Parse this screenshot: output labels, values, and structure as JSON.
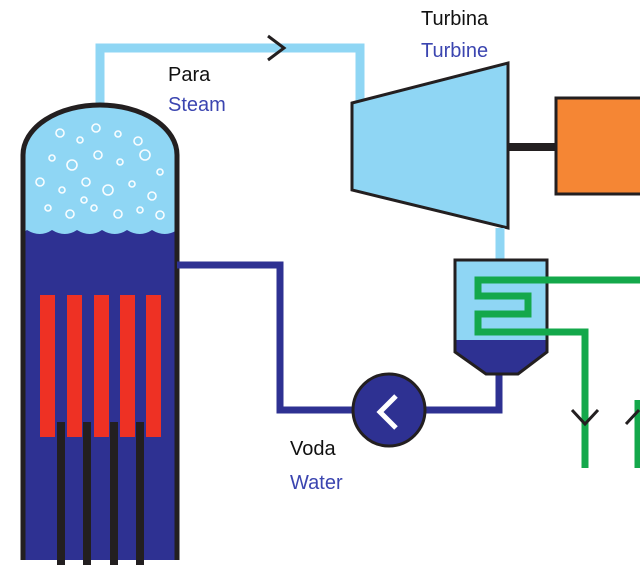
{
  "labels": {
    "steam": {
      "primary": "Para",
      "secondary": "Steam"
    },
    "turbine": {
      "primary": "Turbina",
      "secondary": "Turbine"
    },
    "water": {
      "primary": "Voda",
      "secondary": "Water"
    }
  },
  "colors": {
    "steam": "#8fd6f4",
    "water": "#2e3192",
    "fuel_rod": "#ee3124",
    "control_rod": "#231f20",
    "generator": "#f58634",
    "cooling_loop": "#14a84b",
    "outline": "#231f20",
    "label_secondary": "#3b45b0"
  },
  "icons": {
    "pump": "chevron-left-icon",
    "flow_arrow": "chevron-right-icon",
    "cooling_arrow": "chevron-down-icon"
  }
}
